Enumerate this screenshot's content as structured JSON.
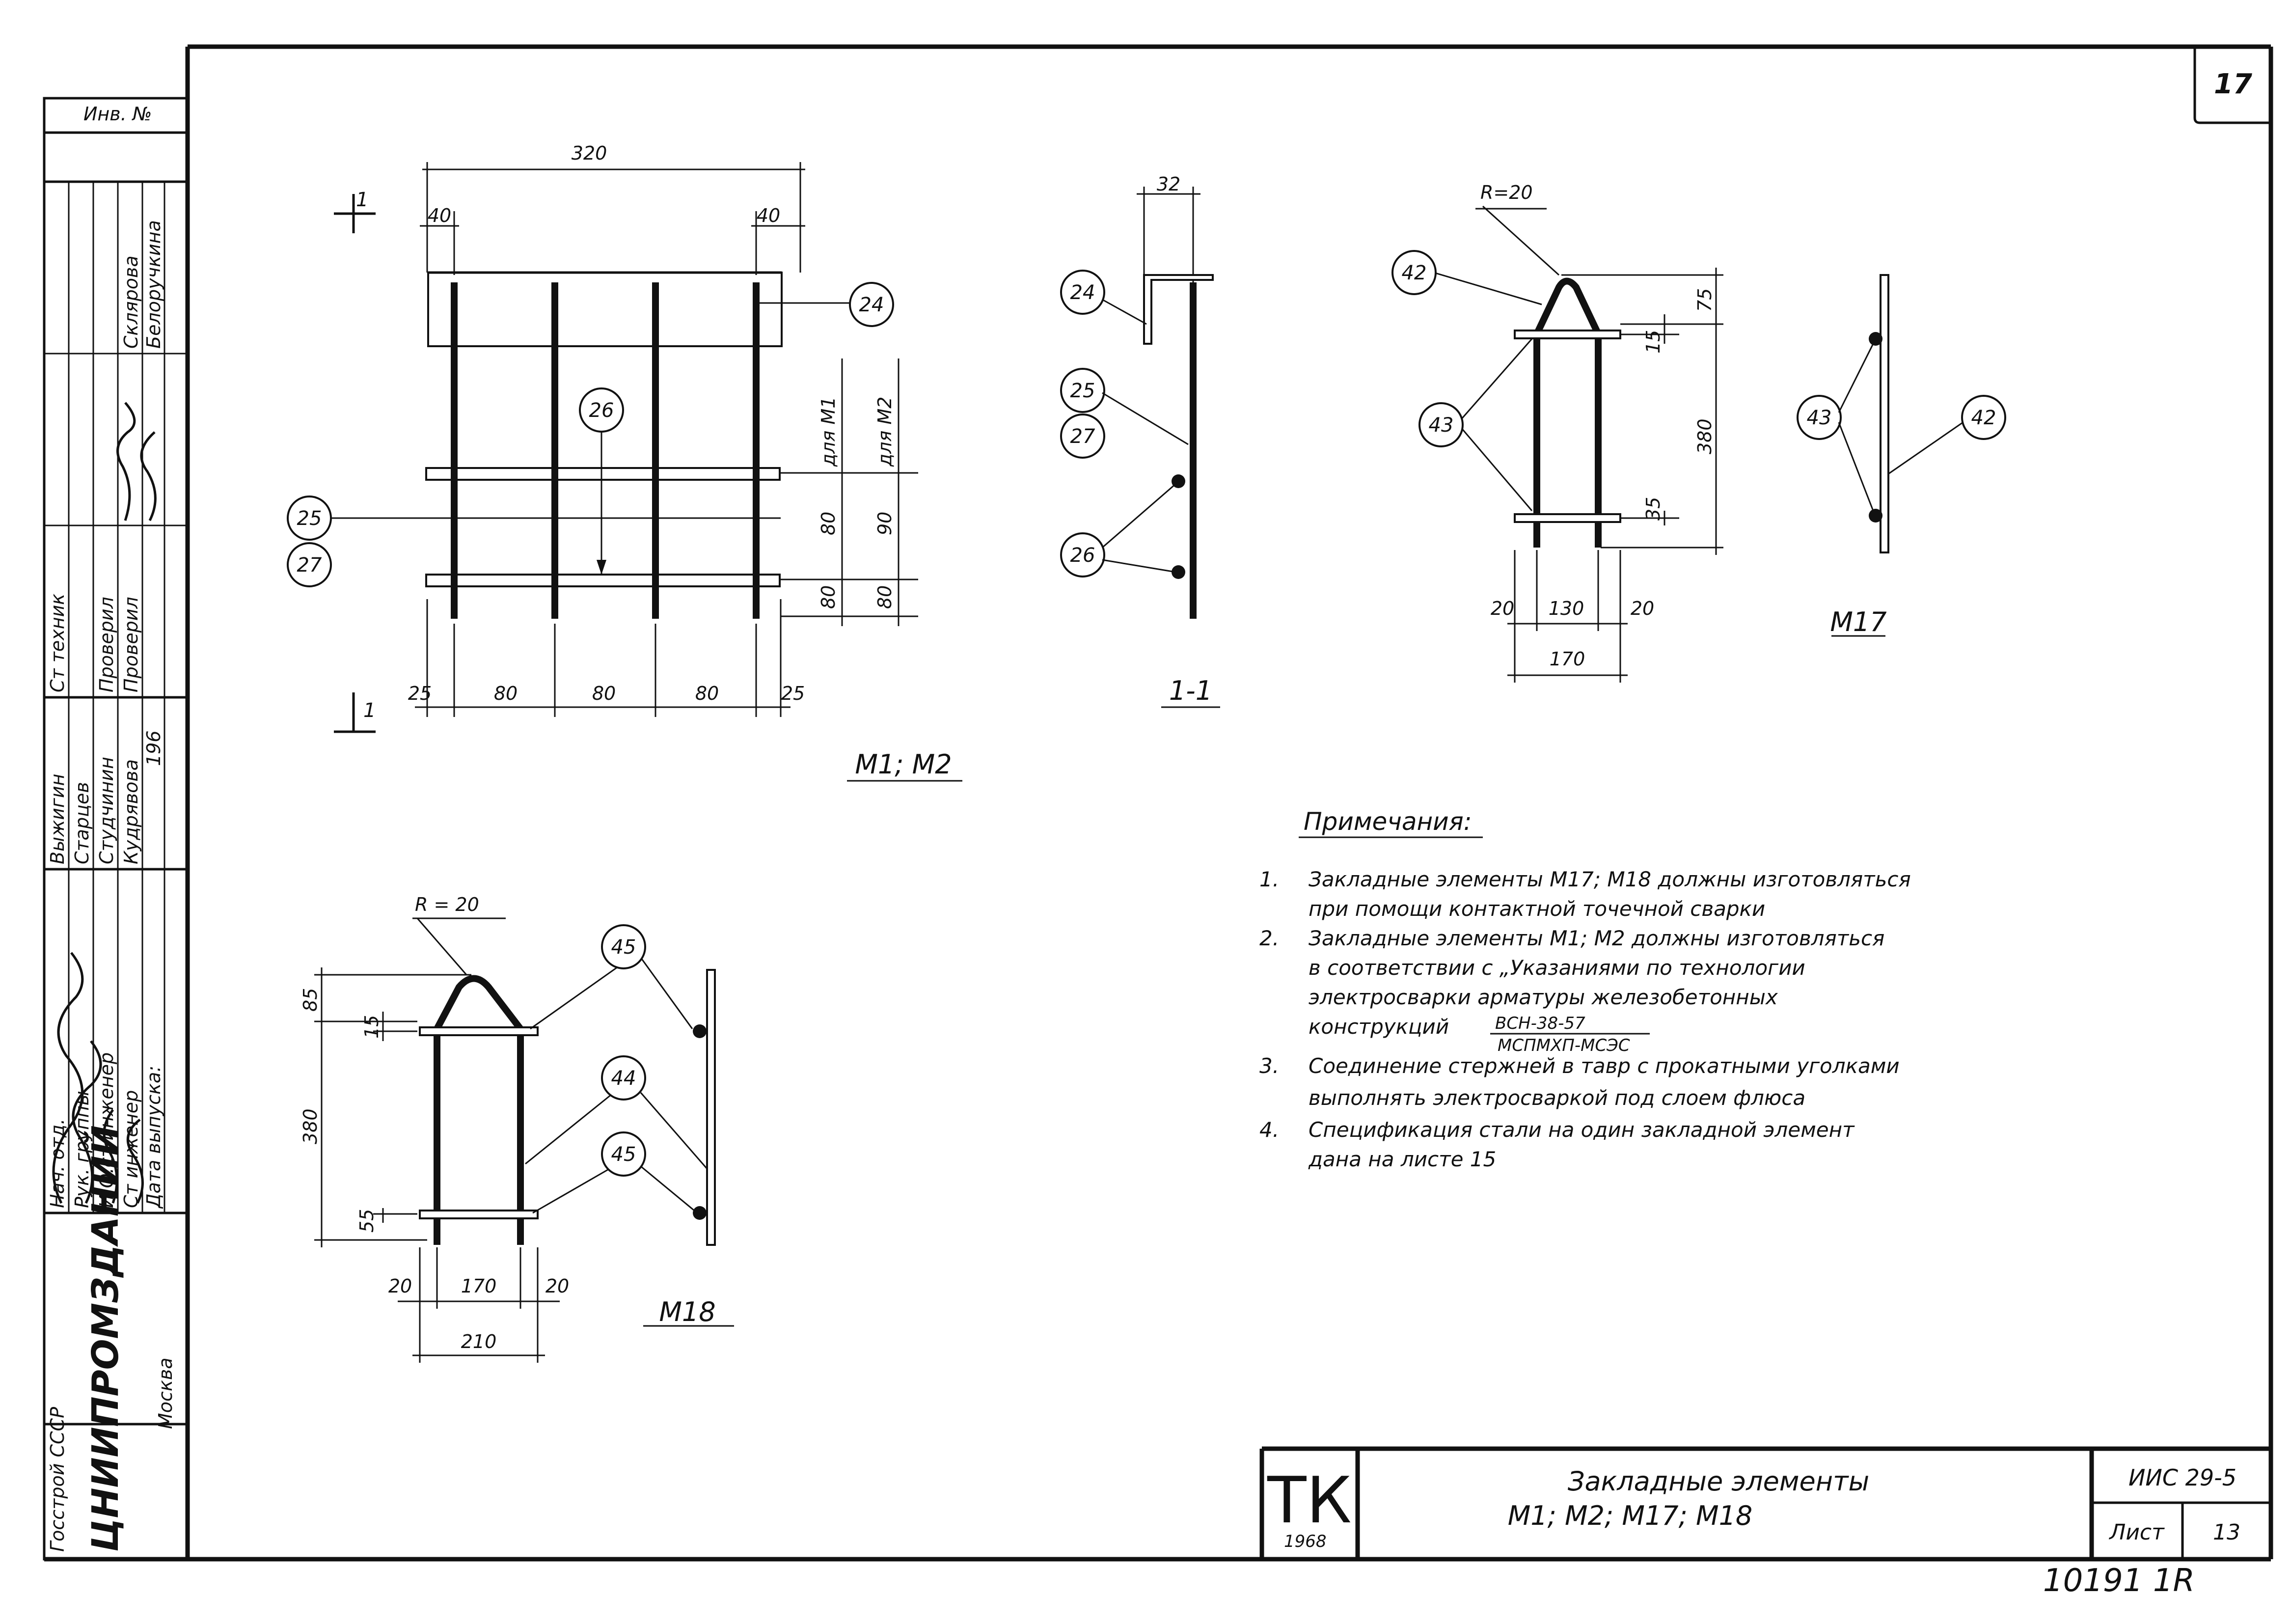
{
  "sheet": {
    "page_number": "17",
    "inventory_label": "Инв. №",
    "archive_number": "10191  1R"
  },
  "left_stamp": {
    "org_top": "Госстрой СССР",
    "org_main": "ЦНИИПРОМЗДАНИЙ",
    "org_city": "Москва",
    "roles": [
      "Нач. отд.",
      "Рук. группы",
      "И.О.ст инженер",
      "Ст инженер",
      "Дата выпуска:"
    ],
    "checked_tech": "Ст техник",
    "authors": [
      "Выжигин",
      "Старцев",
      "Студчинин",
      "Кудрявова"
    ],
    "reviewers": [
      "Проверил",
      "Проверил"
    ],
    "reviewer_names": [
      "Склярова",
      "Белоручкина"
    ],
    "year": "196"
  },
  "views": {
    "m1m2": {
      "caption": "М1; М2",
      "section_mark": "1",
      "dims": {
        "overall": "320",
        "edge_left": "40",
        "edge_right": "40",
        "bottom": [
          "25",
          "80",
          "80",
          "80",
          "25"
        ],
        "right_m1": "для М1",
        "right_m2": "для М2",
        "v_m1": [
          "80",
          "80"
        ],
        "v_m2": [
          "90",
          "80"
        ]
      },
      "markers": {
        "m24": "24",
        "m26": "26",
        "m25": "25",
        "m27": "27"
      }
    },
    "section": {
      "caption": "1-1",
      "dim_top": "32",
      "markers": {
        "m24": "24",
        "m25": "25",
        "m27": "27",
        "m26": "26"
      }
    },
    "m17": {
      "caption": "М17",
      "radius": "R=20",
      "dims": {
        "top": "75",
        "offset": "15",
        "height": "380",
        "bottom": "35",
        "left": "20",
        "middle": "130",
        "right": "20",
        "overall": "170"
      },
      "markers": {
        "m42": "42",
        "m43": "43",
        "side43": "43",
        "side42": "42"
      }
    },
    "m18": {
      "caption": "М18",
      "radius": "R = 20",
      "dims": {
        "top": "85",
        "offset": "15",
        "height": "380",
        "bottom": "55",
        "left": "20",
        "middle": "170",
        "right": "20",
        "overall": "210"
      },
      "markers": {
        "m45a": "45",
        "m44": "44",
        "m45b": "45"
      }
    }
  },
  "notes": {
    "heading": "Примечания:",
    "items": [
      {
        "num": "1.",
        "lines": [
          "Закладные элементы М17; М18 должны изготовляться",
          "при помощи контактной точечной сварки"
        ]
      },
      {
        "num": "2.",
        "lines": [
          "Закладные элементы М1; М2 должны изготовляться",
          "в соответствии с „Указаниями по технологии",
          "электросварки арматуры железобетонных",
          "конструкций"
        ]
      },
      {
        "num": "3.",
        "lines": [
          "Соединение стержней в тавр с прокатными уголками",
          "выполнять электросваркой под слоем флюса"
        ]
      },
      {
        "num": "4.",
        "lines": [
          "Спецификация стали на один закладной элемент",
          "дана на листе 15"
        ]
      }
    ],
    "ref_num": "ВСН-38-57",
    "ref_den": "МСПМХП-МСЭС"
  },
  "title_block": {
    "logo": "ТК",
    "year": "1968",
    "title_line1": "Закладные элементы",
    "title_line2": "М1; М2; М17; М18",
    "series": "ИИС 29-5",
    "sheet_label": "Лист",
    "sheet_number": "13"
  }
}
